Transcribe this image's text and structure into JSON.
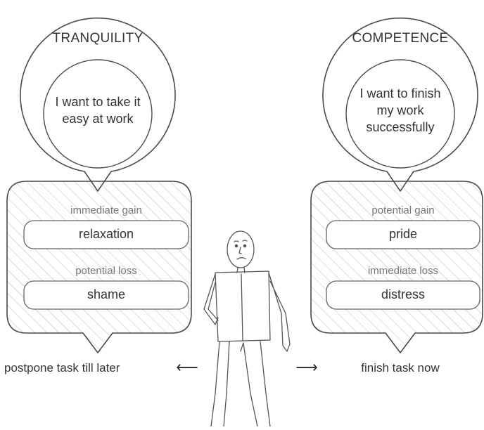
{
  "left": {
    "motive_title": "TRANQUILITY",
    "motive_text": "I want to take it easy at work",
    "first_label": "immediate gain",
    "first_value": "relaxation",
    "second_label": "potential loss",
    "second_value": "shame",
    "action": "postpone task till later",
    "arrow": "⟵"
  },
  "right": {
    "motive_title": "COMPETENCE",
    "motive_text": "I want to finish my work successfully",
    "first_label": "potential gain",
    "first_value": "pride",
    "second_label": "immediate loss",
    "second_value": "distress",
    "action": "finish task now",
    "arrow": "⟶"
  },
  "colors": {
    "stroke": "#4a4a4a",
    "hatch": "#b8b8b8",
    "pill_fill": "#ffffff"
  }
}
